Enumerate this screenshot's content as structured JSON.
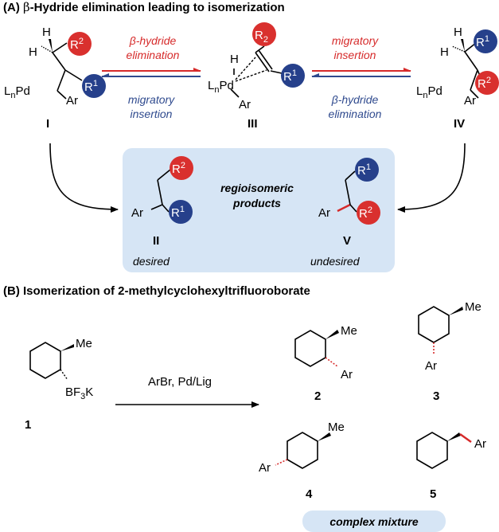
{
  "section_a": {
    "title_prefix": "(A) ",
    "title_beta": "β",
    "title_rest": "-Hydride elimination leading to isomerization",
    "arrow1_top_line1": "β-hydride",
    "arrow1_top_line2": "elimination",
    "arrow1_bottom_line1": "migratory",
    "arrow1_bottom_line2": "insertion",
    "arrow2_top_line1": "migratory",
    "arrow2_top_line2": "insertion",
    "arrow2_bottom_line1": "β-hydride",
    "arrow2_bottom_line2": "elimination",
    "compound_I": "I",
    "compound_III": "III",
    "compound_IV": "IV",
    "compound_II": "II",
    "compound_V": "V",
    "box_label_line1": "regioisomeric",
    "box_label_line2": "products",
    "desired": "desired",
    "undesired": "undesired",
    "ar": "Ar",
    "h": "H",
    "pd": "Pd",
    "ln_L": "L",
    "ln_n": "n",
    "r": "R",
    "one": "1",
    "two": "2"
  },
  "section_b": {
    "title": "(B) Isomerization of 2-methylcyclohexyltrifluoroborate",
    "reagents": "ArBr, Pd/Lig",
    "compound_1": "1",
    "compound_2": "2",
    "compound_3": "3",
    "compound_4": "4",
    "compound_5": "5",
    "me": "Me",
    "ar": "Ar",
    "bf3k_BF": "BF",
    "bf3k_3": "3",
    "bf3k_K": "K",
    "complex_mixture": "complex mixture"
  },
  "colors": {
    "red": "#d9302e",
    "blue": "#26408b",
    "box_fill": "#d6e5f5",
    "arrow_red": "#d62a2a",
    "arrow_blue": "#2f4a8e"
  }
}
